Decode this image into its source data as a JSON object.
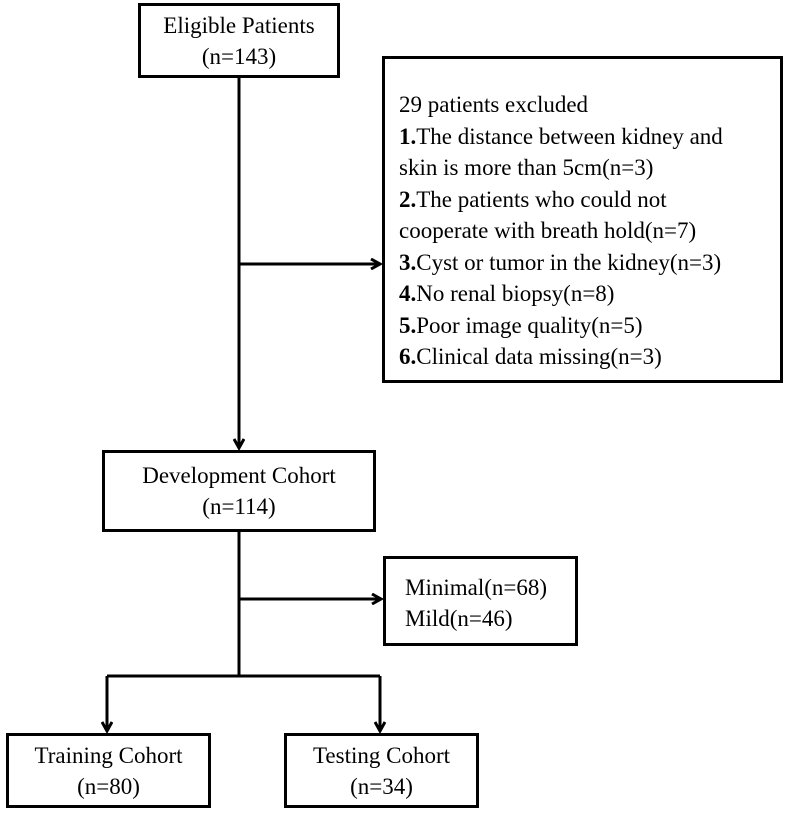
{
  "eligible": {
    "title": "Eligible Patients",
    "count": "(n=143)"
  },
  "excluded": {
    "heading": "29 patients excluded",
    "items": [
      {
        "num": "1.",
        "lines": [
          "The distance between kidney and",
          "skin is more than 5cm(n=3)"
        ]
      },
      {
        "num": "2.",
        "lines": [
          "The patients who could not",
          "cooperate with breath hold(n=7)"
        ]
      },
      {
        "num": "3.",
        "lines": [
          "Cyst or tumor in the kidney(n=3)"
        ]
      },
      {
        "num": "4.",
        "lines": [
          "No renal biopsy(n=8)"
        ]
      },
      {
        "num": "5.",
        "lines": [
          "Poor image quality(n=5)"
        ]
      },
      {
        "num": "6.",
        "lines": [
          "Clinical data missing(n=3)"
        ]
      }
    ]
  },
  "development": {
    "title": "Development Cohort",
    "count": "(n=114)"
  },
  "severity": {
    "lines": [
      "Minimal(n=68)",
      "Mild(n=46)"
    ]
  },
  "training": {
    "title": "Training Cohort",
    "count": "(n=80)"
  },
  "testing": {
    "title": "Testing Cohort",
    "count": "(n=34)"
  },
  "colors": {
    "line": "#000000",
    "background": "#ffffff"
  }
}
